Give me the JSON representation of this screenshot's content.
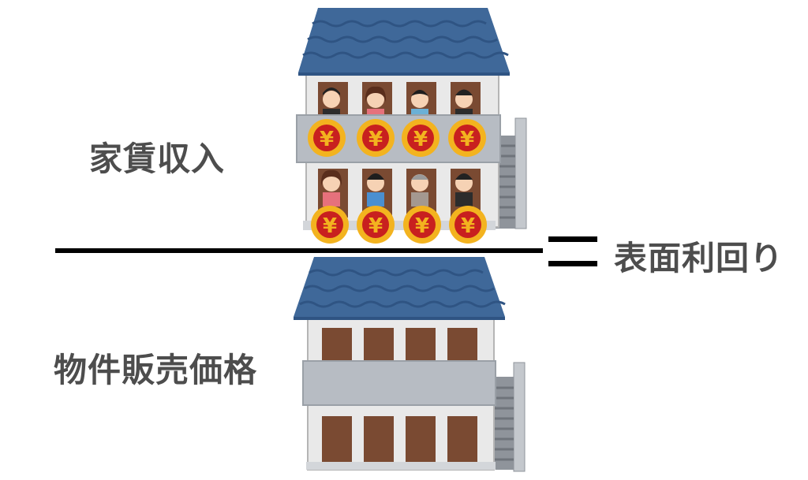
{
  "diagram": {
    "numerator_label": "家賃収入",
    "denominator_label": "物件販売価格",
    "result_label": "表面利回り"
  },
  "icons": {
    "coin": "yen-coin-icon",
    "coin_symbol": "¥",
    "building": "apartment-building-icon"
  },
  "colors": {
    "roof": "#3f6899",
    "roof_dark": "#2f5483",
    "wall": "#e8e8e8",
    "balcony": "#b7bcc3",
    "door": "#7a4a32",
    "coin_outer": "#f3b31f",
    "coin_inner": "#c8201f",
    "text": "#4d4d4d"
  },
  "tenants": {
    "upper_floor": [
      "man-in-suit",
      "woman",
      "boy",
      "man-in-suit"
    ],
    "lower_floor": [
      "woman",
      "man",
      "elderly-man",
      "man-in-suit"
    ]
  }
}
